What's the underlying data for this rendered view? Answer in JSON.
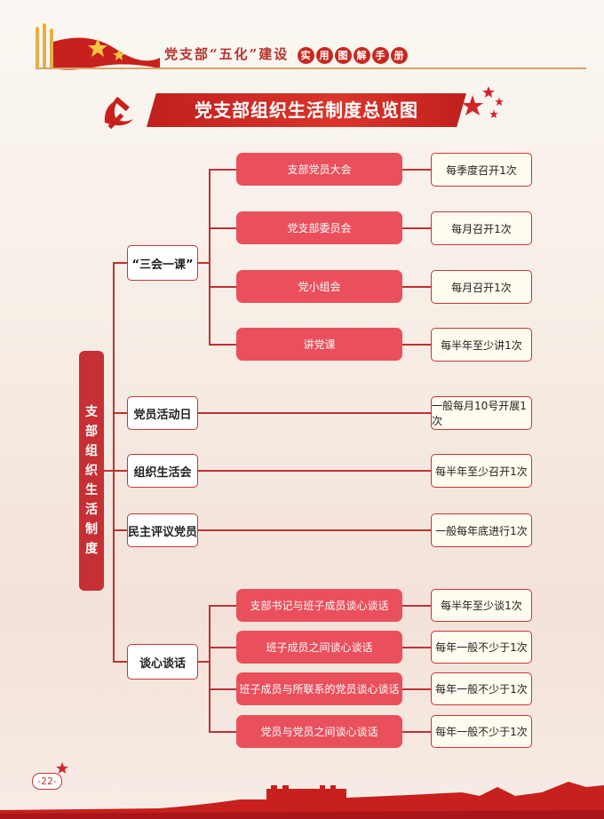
{
  "header": {
    "text": "党支部“五化”建设",
    "chips": [
      "实",
      "用",
      "图",
      "解",
      "手",
      "册"
    ]
  },
  "title": "党支部组织生活制度总览图",
  "root": {
    "label": "支部组织生活制度",
    "chars": [
      "支",
      "部",
      "组",
      "织",
      "生",
      "活",
      "制",
      "度"
    ]
  },
  "categories": [
    {
      "label": "“三会一课”",
      "items": [
        {
          "label": "支部党员大会",
          "frequency": "每季度召开1次"
        },
        {
          "label": "党支部委员会",
          "frequency": "每月召开1次"
        },
        {
          "label": "党小组会",
          "frequency": "每月召开1次"
        },
        {
          "label": "讲党课",
          "frequency": "每半年至少讲1次"
        }
      ]
    },
    {
      "label": "党员活动日",
      "frequency": "一般每月10号开展1次"
    },
    {
      "label": "组织生活会",
      "frequency": "每半年至少召开1次"
    },
    {
      "label": "民主评议党员",
      "frequency": "一般每年底进行1次"
    },
    {
      "label": "谈心谈话",
      "items": [
        {
          "label": "支部书记与班子成员谈心谈话",
          "frequency": "每半年至少谈1次"
        },
        {
          "label": "班子成员之间谈心谈话",
          "frequency": "每年一般不少于1次"
        },
        {
          "label": "班子成员与所联系的党员谈心谈话",
          "frequency": "每年一般不少于1次"
        },
        {
          "label": "党员与党员之间谈心谈话",
          "frequency": "每年一般不少于1次"
        }
      ]
    }
  ],
  "page_number": "-22-",
  "colors": {
    "primary_red": "#c62f33",
    "sub_box": "#e9505c",
    "freq_fill": "#fffbee",
    "gold": "#d9a46a"
  }
}
